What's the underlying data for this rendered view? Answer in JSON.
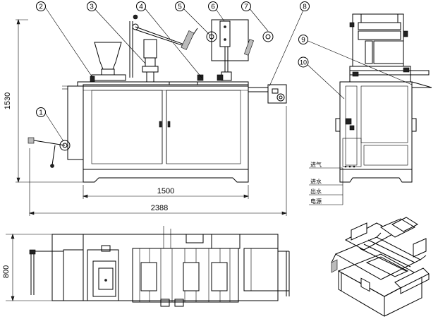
{
  "callouts": [
    "1",
    "2",
    "3",
    "4",
    "5",
    "6",
    "7",
    "8",
    "9",
    "10"
  ],
  "dimensions": {
    "height": "1530",
    "base_width": "1500",
    "total_length": "2388",
    "plan_depth": "800"
  },
  "legend": {
    "air": "进气",
    "water_in": "进水",
    "water_out": "出水",
    "power": "电源"
  }
}
